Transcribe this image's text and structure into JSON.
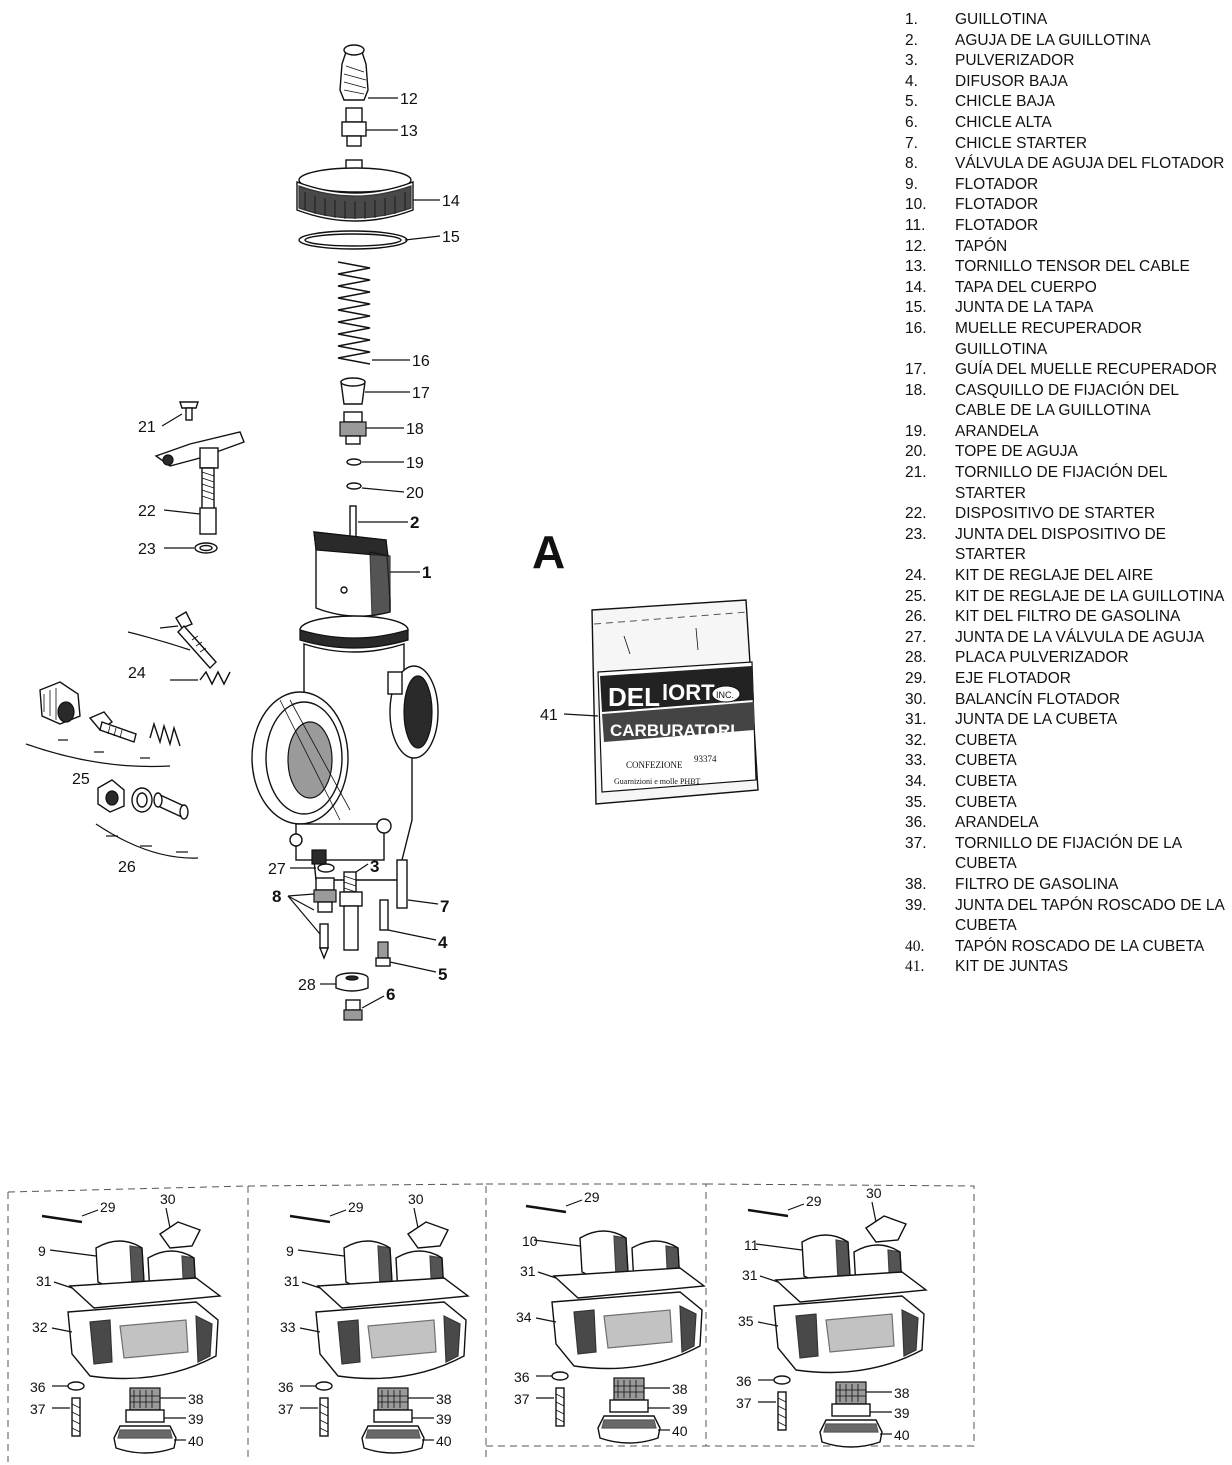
{
  "section_letter": "A",
  "legend": [
    {
      "num": "1.",
      "name": "GUILLOTINA"
    },
    {
      "num": "2.",
      "name": "AGUJA DE LA GUILLOTINA"
    },
    {
      "num": "3.",
      "name": "PULVERIZADOR"
    },
    {
      "num": "4.",
      "name": "DIFUSOR BAJA"
    },
    {
      "num": "5.",
      "name": "CHICLE BAJA"
    },
    {
      "num": "6.",
      "name": "CHICLE ALTA"
    },
    {
      "num": "7.",
      "name": "CHICLE STARTER"
    },
    {
      "num": "8.",
      "name": "VÁLVULA DE AGUJA DEL FLOTADOR"
    },
    {
      "num": "9.",
      "name": "FLOTADOR"
    },
    {
      "num": "10.",
      "name": "FLOTADOR"
    },
    {
      "num": "11.",
      "name": "FLOTADOR"
    },
    {
      "num": "12.",
      "name": "TAPÓN"
    },
    {
      "num": "13.",
      "name": "TORNILLO TENSOR DEL CABLE"
    },
    {
      "num": "14.",
      "name": "TAPA DEL CUERPO"
    },
    {
      "num": "15.",
      "name": "JUNTA DE LA TAPA"
    },
    {
      "num": "16.",
      "name": "MUELLE RECUPERADOR GUILLOTINA"
    },
    {
      "num": "17.",
      "name": "GUÍA DEL MUELLE RECUPERADOR"
    },
    {
      "num": "18.",
      "name": "CASQUILLO DE FIJACIÓN DEL CABLE DE LA GUILLOTINA"
    },
    {
      "num": "19.",
      "name": "ARANDELA"
    },
    {
      "num": "20.",
      "name": "TOPE DE AGUJA"
    },
    {
      "num": "21.",
      "name": "TORNILLO DE FIJACIÓN DEL STARTER"
    },
    {
      "num": "22.",
      "name": "DISPOSITIVO DE STARTER"
    },
    {
      "num": "23.",
      "name": "JUNTA DEL DISPOSITIVO DE STARTER"
    },
    {
      "num": "24.",
      "name": "KIT DE REGLAJE DEL AIRE"
    },
    {
      "num": "25.",
      "name": "KIT DE REGLAJE DE LA GUILLOTINA"
    },
    {
      "num": "26.",
      "name": "KIT DEL FILTRO DE GASOLINA"
    },
    {
      "num": "27.",
      "name": "JUNTA DE LA VÁLVULA DE AGUJA"
    },
    {
      "num": "28.",
      "name": "PLACA PULVERIZADOR"
    },
    {
      "num": "29.",
      "name": "EJE FLOTADOR"
    },
    {
      "num": "30.",
      "name": "BALANCÍN FLOTADOR"
    },
    {
      "num": "31.",
      "name": "JUNTA DE LA CUBETA"
    },
    {
      "num": "32.",
      "name": "CUBETA"
    },
    {
      "num": "33.",
      "name": "CUBETA"
    },
    {
      "num": "34.",
      "name": "CUBETA"
    },
    {
      "num": "35.",
      "name": "CUBETA"
    },
    {
      "num": "36.",
      "name": "ARANDELA"
    },
    {
      "num": "37.",
      "name": "TORNILLO DE FIJACIÓN DE LA CUBETA"
    },
    {
      "num": "38.",
      "name": "FILTRO DE GASOLINA"
    },
    {
      "num": "39.",
      "name": "JUNTA DEL TAPÓN ROSCADO DE LA CUBETA"
    },
    {
      "num": "40.",
      "name": "TAPÓN ROSCADO DE LA CUBETA"
    },
    {
      "num": "41.",
      "name": "KIT DE JUNTAS"
    }
  ],
  "callouts": {
    "c1": "1",
    "c2": "2",
    "c3": "3",
    "c4": "4",
    "c5": "5",
    "c6": "6",
    "c7": "7",
    "c8": "8",
    "c12": "12",
    "c13": "13",
    "c14": "14",
    "c15": "15",
    "c16": "16",
    "c17": "17",
    "c18": "18",
    "c19": "19",
    "c20": "20",
    "c21": "21",
    "c22": "22",
    "c23": "23",
    "c24": "24",
    "c25": "25",
    "c26": "26",
    "c27": "27",
    "c28": "28",
    "c41": "41"
  },
  "bowls": [
    {
      "eje": "29",
      "balancin": "30",
      "flotador": "9",
      "junta": "31",
      "cubeta": "32",
      "arandela": "36",
      "tornillo": "37",
      "filtro": "38",
      "junta_tapon": "39",
      "tapon": "40"
    },
    {
      "eje": "29",
      "balancin": "30",
      "flotador": "9",
      "junta": "31",
      "cubeta": "33",
      "arandela": "36",
      "tornillo": "37",
      "filtro": "38",
      "junta_tapon": "39",
      "tapon": "40"
    },
    {
      "eje": "29",
      "balancin": "",
      "flotador": "10",
      "junta": "31",
      "cubeta": "34",
      "arandela": "36",
      "tornillo": "37",
      "filtro": "38",
      "junta_tapon": "39",
      "tapon": "40"
    },
    {
      "eje": "29",
      "balancin": "30",
      "flotador": "11",
      "junta": "31",
      "cubeta": "35",
      "arandela": "36",
      "tornillo": "37",
      "filtro": "38",
      "junta_tapon": "39",
      "tapon": "40"
    }
  ],
  "gasket_bag": {
    "brand_line1": "DEL",
    "brand_line2": "lORTo",
    "inc": "INC.",
    "sub": "CARBURATORI",
    "line1": "CONFEZIONE",
    "line1b": "93374",
    "line2": "Guarnizioni e molle PHBT"
  }
}
